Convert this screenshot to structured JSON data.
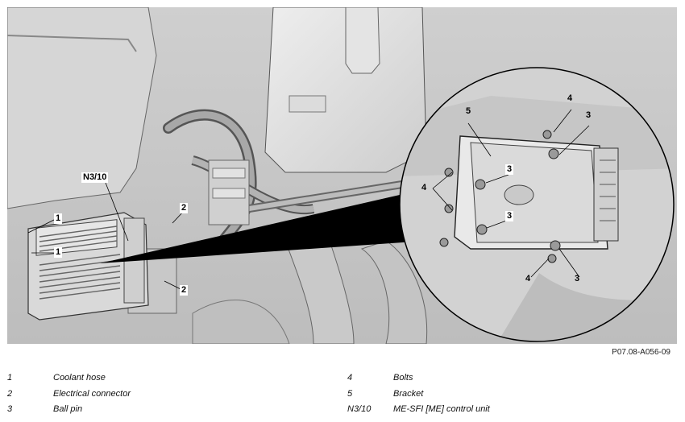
{
  "figure": {
    "code": "P07.08-A056-09",
    "callouts": {
      "main": [
        {
          "label": "N3/10"
        },
        {
          "label": "1"
        },
        {
          "label": "1"
        },
        {
          "label": "2"
        },
        {
          "label": "2"
        }
      ],
      "detail": [
        {
          "label": "5"
        },
        {
          "label": "4"
        },
        {
          "label": "3"
        },
        {
          "label": "3"
        },
        {
          "label": "3"
        },
        {
          "label": "4"
        },
        {
          "label": "4"
        },
        {
          "label": "3"
        }
      ]
    }
  },
  "legend": {
    "left": [
      {
        "num": "1",
        "text": "Coolant hose"
      },
      {
        "num": "2",
        "text": "Electrical connector"
      },
      {
        "num": "3",
        "text": "Ball pin"
      }
    ],
    "right": [
      {
        "num": "4",
        "text": "Bolts"
      },
      {
        "num": "5",
        "text": "Bracket"
      },
      {
        "num": "N3/10",
        "text": "ME-SFI [ME] control unit"
      }
    ]
  }
}
